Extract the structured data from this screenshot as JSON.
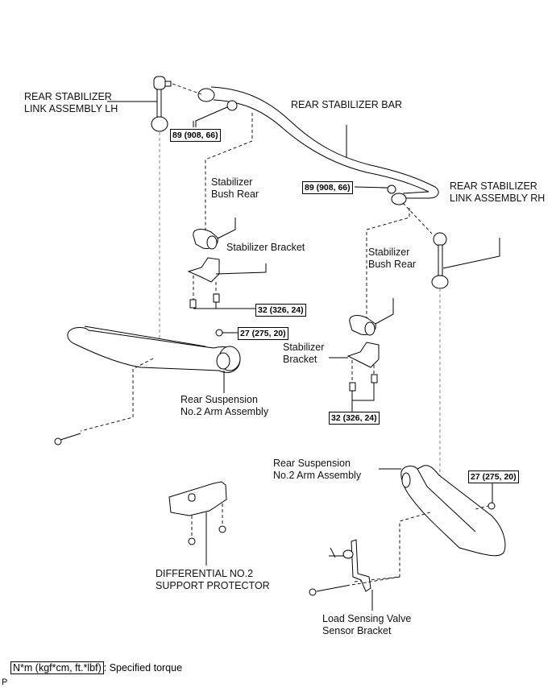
{
  "diagram": {
    "labels": {
      "link_lh": [
        "REAR STABILIZER",
        "LINK ASSEMBLY LH"
      ],
      "stabilizer_bar": "REAR STABILIZER BAR",
      "link_rh": [
        "REAR STABILIZER",
        "LINK ASSEMBLY RH"
      ],
      "bush_rear_left": [
        "Stabilizer",
        "Bush Rear"
      ],
      "bracket_left": "Stabilizer Bracket",
      "bush_rear_right": [
        "Stabilizer",
        "Bush Rear"
      ],
      "bracket_right": [
        "Stabilizer",
        "Bracket"
      ],
      "arm_left": [
        "Rear Suspension",
        "No.2 Arm Assembly"
      ],
      "arm_right": [
        "Rear Suspension",
        "No.2 Arm Assembly"
      ],
      "protector": [
        "DIFFERENTIAL NO.2",
        "SUPPORT PROTECTOR"
      ],
      "load_sensing": [
        "Load Sensing Valve",
        "Sensor Bracket"
      ]
    },
    "torques": {
      "link_lh_nut": "89 (908, 66)",
      "link_rh_nut": "89 (908, 66)",
      "bracket_left_bolts": "32 (326, 24)",
      "bracket_right_bolts": "32 (326, 24)",
      "arm_left_nut": "27 (275, 20)",
      "arm_right_nut": "27 (275, 20)"
    },
    "legend": {
      "unit_box": "N*m (kgf*cm, ft.*lbf)",
      "description": ": Specified torque"
    },
    "corner_mark": "P"
  }
}
